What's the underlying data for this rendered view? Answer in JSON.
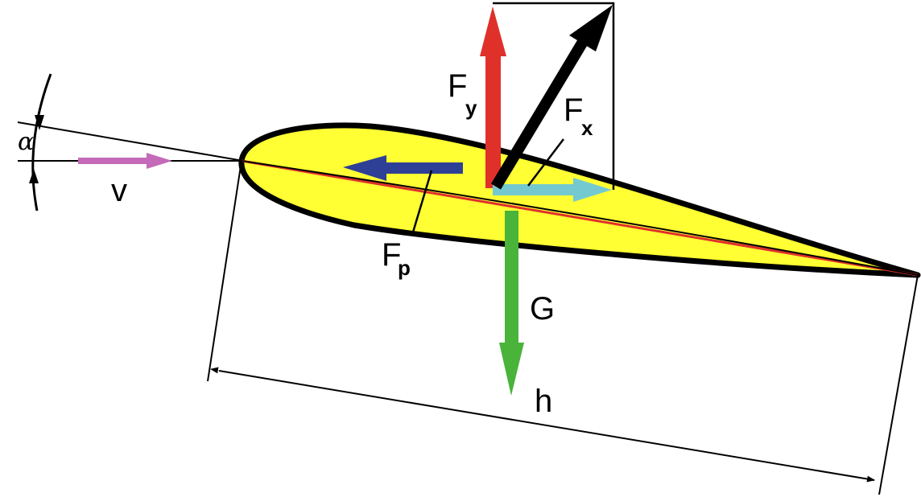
{
  "diagram": {
    "labels": {
      "fy_main": "F",
      "fy_sub": "y",
      "fx_main": "F",
      "fx_sub": "x",
      "fp_main": "F",
      "fp_sub": "p",
      "velocity": "v",
      "weight": "G",
      "chord": "h",
      "angle": "α"
    },
    "colors": {
      "airfoil_fill": "#ffff33",
      "lift_arrow": "#e0302a",
      "resultant_arrow": "#000000",
      "drag_arrow": "#2e3f96",
      "fx_arrow": "#74c9d1",
      "weight_arrow": "#49b33a",
      "velocity_arrow": "#c46ab8",
      "chord_line": "#e0302a"
    }
  }
}
